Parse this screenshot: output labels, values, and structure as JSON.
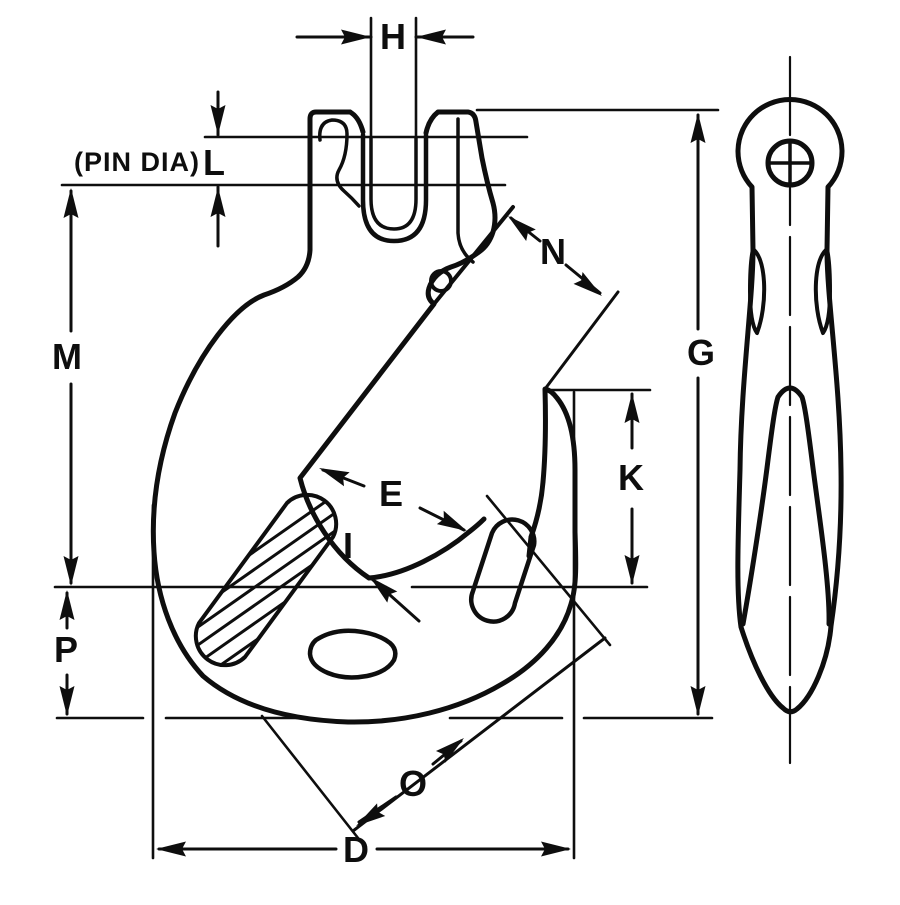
{
  "colors": {
    "ink": "#0e0e0e",
    "paper": "#ffffff"
  },
  "labels": {
    "h": "H",
    "pin_dia": "(PIN DIA)",
    "l": "L",
    "m": "M",
    "n": "N",
    "g": "G",
    "e": "E",
    "i": "I",
    "k": "K",
    "p": "P",
    "o": "O",
    "d": "D"
  }
}
